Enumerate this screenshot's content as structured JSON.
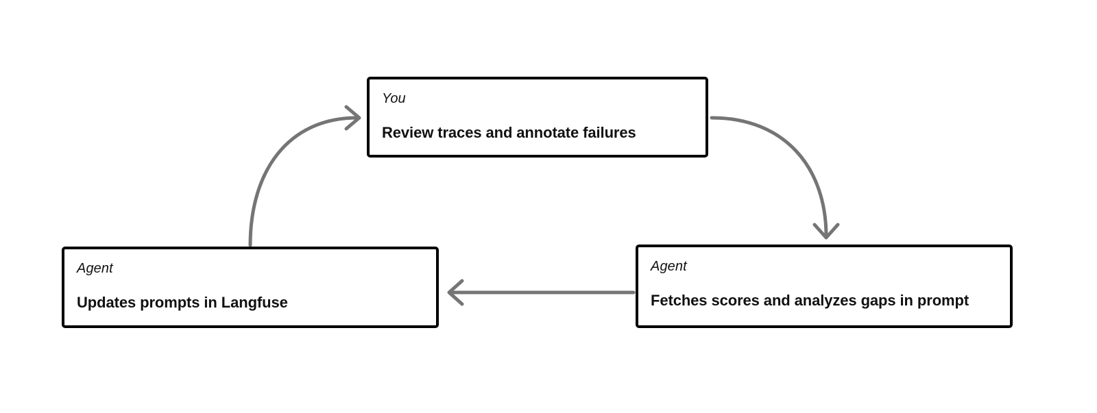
{
  "diagram": {
    "type": "cycle-flow",
    "background_color": "#ffffff",
    "node_border_color": "#000000",
    "arrow_color": "#757575",
    "text_color": "#111111",
    "nodes": [
      {
        "id": "top",
        "role": "You",
        "title": "Review traces and annotate failures"
      },
      {
        "id": "bottom-right",
        "role": "Agent",
        "title": "Fetches scores and analyzes gaps in prompt"
      },
      {
        "id": "bottom-left",
        "role": "Agent",
        "title": "Updates prompts in Langfuse"
      }
    ],
    "edges": [
      {
        "id": "top-to-bottom-right",
        "from": "top",
        "to": "bottom-right",
        "style": "curved"
      },
      {
        "id": "bottom-right-to-bottom-left",
        "from": "bottom-right",
        "to": "bottom-left",
        "style": "straight"
      },
      {
        "id": "bottom-left-to-top",
        "from": "bottom-left",
        "to": "top",
        "style": "curved"
      }
    ]
  }
}
